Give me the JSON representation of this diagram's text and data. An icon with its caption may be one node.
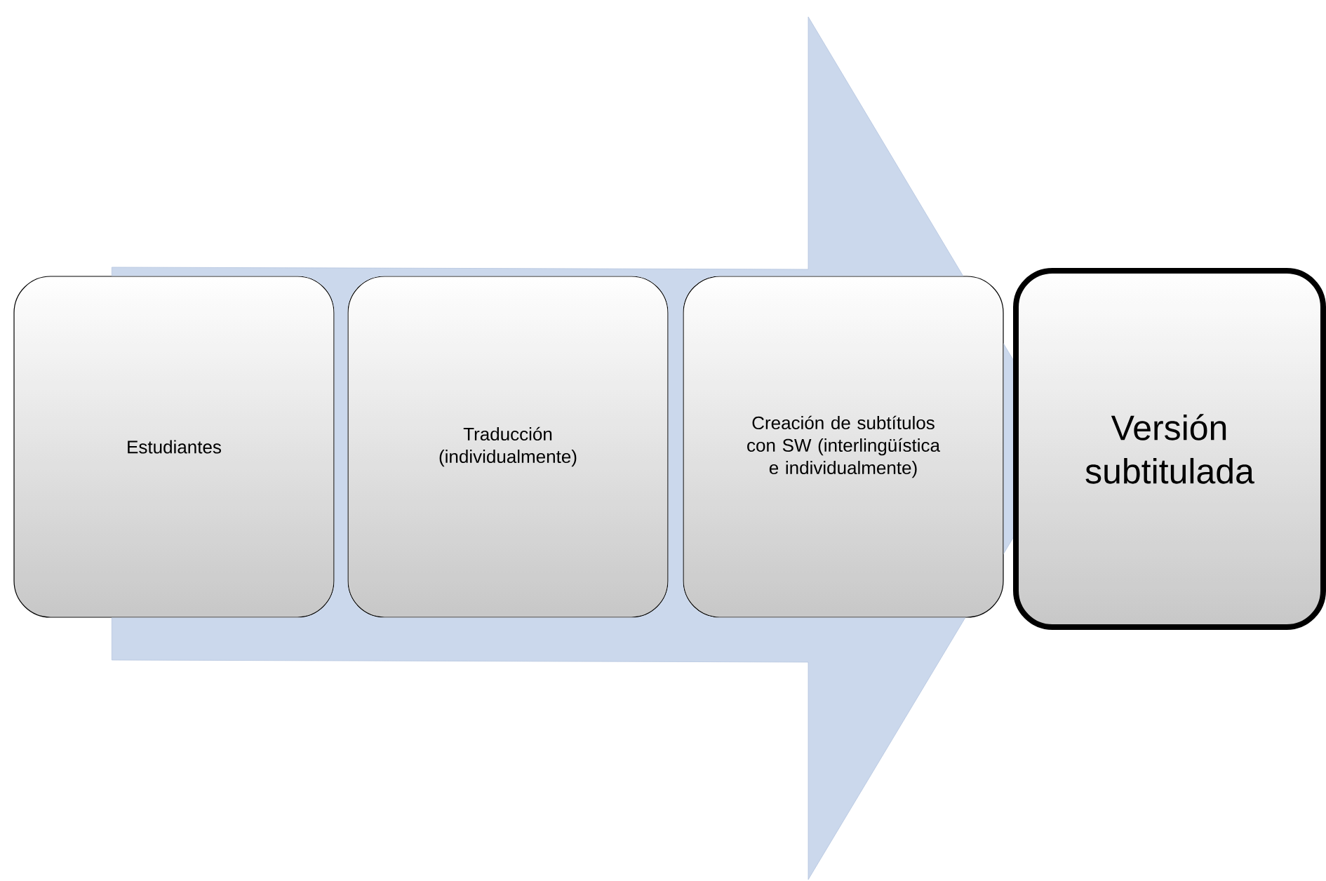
{
  "diagram": {
    "nodes": [
      {
        "text": [
          "Estudiantes"
        ]
      },
      {
        "text": [
          "Traducción (individualmente)"
        ]
      },
      {
        "text": [
          "Creación de subtítulos con SW (interlingüística e individualmente)"
        ]
      },
      {
        "text": [
          "Versión subtitulada"
        ]
      }
    ],
    "edges": [
      {
        "from": 0,
        "to": 3,
        "arrow": "to"
      }
    ]
  }
}
